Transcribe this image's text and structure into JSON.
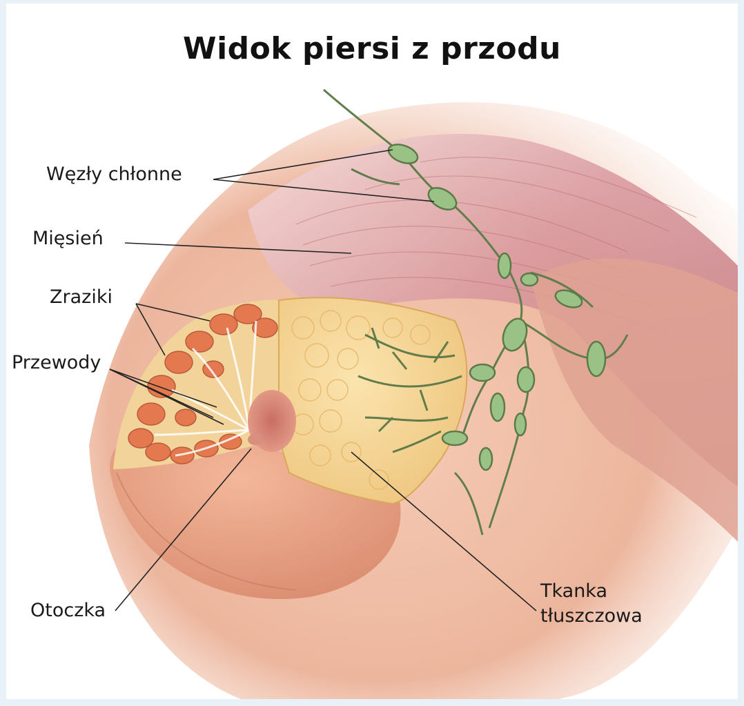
{
  "title": "Widok piersi z przodu",
  "labels": {
    "lymph_nodes": "Węzły chłonne",
    "muscle": "Mięsień",
    "lobules": "Zraziki",
    "ducts": "Przewody",
    "areola": "Otoczka",
    "fat_tissue_line1": "Tkanka",
    "fat_tissue_line2": "tłuszczowa"
  },
  "colors": {
    "skin": "#e7a98f",
    "muscle": "#cf8e93",
    "fat": "#f3d493",
    "lobules": "#e8855f",
    "lymph": "#8fb07a"
  }
}
